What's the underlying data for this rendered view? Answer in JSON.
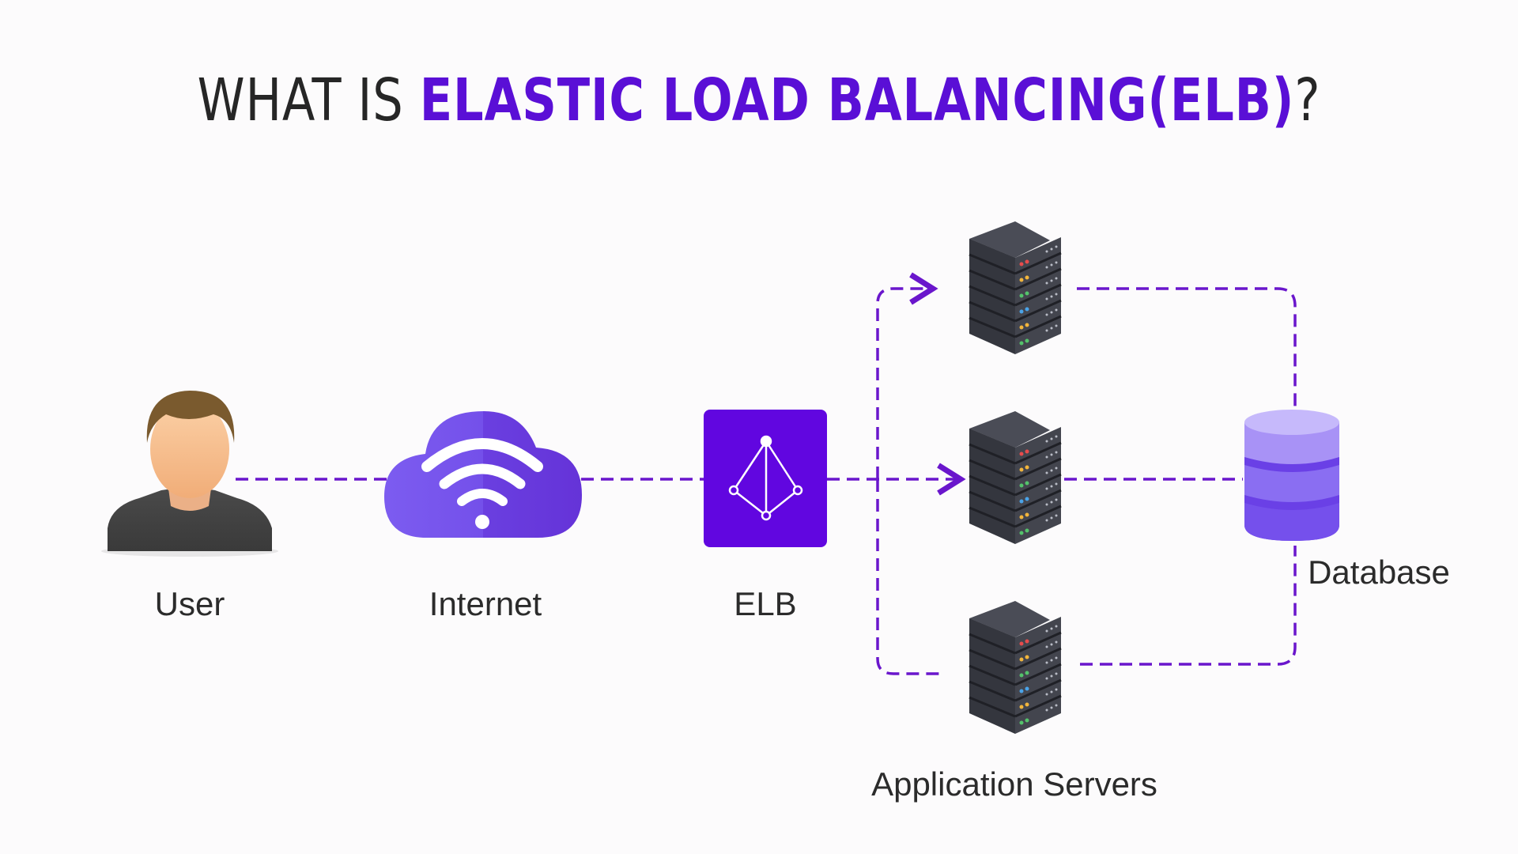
{
  "title": {
    "part1": "WHAT IS ",
    "part2": "ELASTIC LOAD BALANCING(ELB)",
    "part3": "?"
  },
  "nodes": {
    "user": {
      "label": "User",
      "icon": "user-icon"
    },
    "internet": {
      "label": "Internet",
      "icon": "cloud-wifi-icon"
    },
    "elb": {
      "label": "ELB",
      "icon": "elb-icon"
    },
    "app_servers": {
      "label": "Application Servers",
      "icon": "server-rack-icon"
    },
    "database": {
      "label": "Database",
      "icon": "database-icon"
    }
  },
  "colors": {
    "accent": "#5a0fd6",
    "connector": "#6a16cc",
    "server_body": "#3b3d46",
    "database": "#8a6ef2"
  }
}
